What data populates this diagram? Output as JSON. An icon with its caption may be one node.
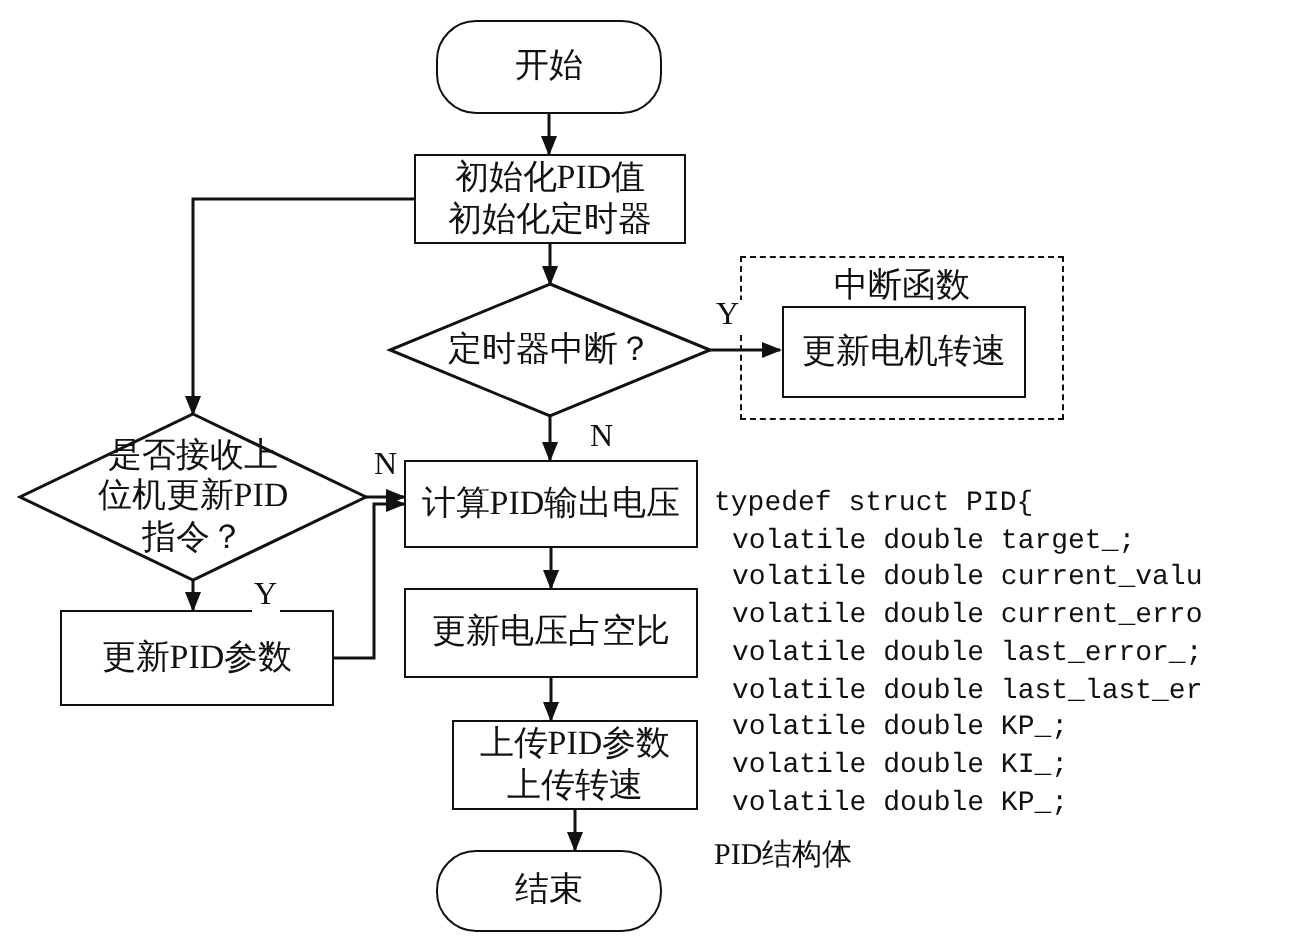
{
  "diagram": {
    "nodes": [
      {
        "text": [
          "开始"
        ]
      },
      {
        "text": [
          "初始化PID值初始化定时器"
        ]
      },
      {
        "text": [
          "定时器中断？"
        ]
      },
      {
        "text": [
          "中断函数"
        ]
      },
      {
        "text": [
          "更新电机转速"
        ],
        "in": 3
      },
      {
        "text": [
          "是否接收上位机更新PID指令？"
        ]
      },
      {
        "text": [
          "计算PID输出电压"
        ]
      },
      {
        "text": [
          "更新PID参数"
        ]
      },
      {
        "text": [
          "更新电压占空比"
        ]
      },
      {
        "text": [
          "上传PID参数上传转速"
        ]
      },
      {
        "text": [
          "结束"
        ]
      }
    ],
    "edges": [
      {
        "from": 0,
        "to": 1,
        "arrow": "to"
      },
      {
        "from": 1,
        "to": 2,
        "arrow": "to"
      },
      {
        "from": 1,
        "to": 5,
        "arrow": "to"
      },
      {
        "from": 2,
        "to": 4,
        "arrow": "to",
        "label": "Y"
      },
      {
        "from": 2,
        "to": 6,
        "arrow": "to",
        "label": "N"
      },
      {
        "from": 5,
        "to": 6,
        "arrow": "to",
        "label": "N"
      },
      {
        "from": 5,
        "to": 7,
        "arrow": "to",
        "label": "Y"
      },
      {
        "from": 7,
        "to": 6,
        "arrow": "to"
      },
      {
        "from": 6,
        "to": 8,
        "arrow": "to"
      },
      {
        "from": 8,
        "to": 9,
        "arrow": "to"
      },
      {
        "from": 9,
        "to": 10,
        "arrow": "to"
      }
    ],
    "labels": [
      "typedef struct PID{",
      "volatile double target_;",
      "volatile double current_valu",
      "volatile double current_erro",
      "volatile double last_error_;",
      "volatile double last_last_er",
      "volatile double KP_;",
      "volatile double KI_;",
      "volatile double KP_;",
      "PID结构体"
    ]
  }
}
